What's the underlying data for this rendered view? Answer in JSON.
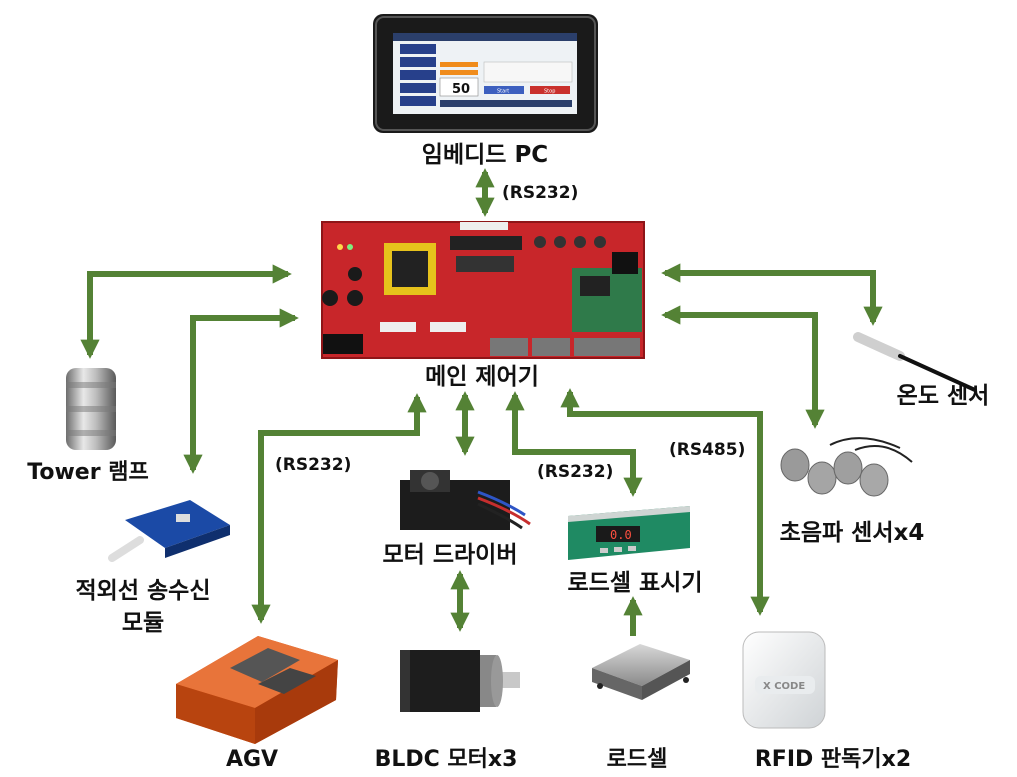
{
  "nodes": {
    "embedded_pc": "임베디드 PC",
    "main_controller": "메인 제어기",
    "tower_lamp": "Tower 램프",
    "ir_module_line1": "적외선 송수신",
    "ir_module_line2": "모듈",
    "agv": "AGV",
    "motor_driver": "모터 드라이버",
    "bldc_motor": "BLDC 모터x3",
    "loadcell_display": "로드셀 표시기",
    "loadcell": "로드셀",
    "rfid_reader": "RFID 판독기x2",
    "ultrasonic_sensor": "초음파 센서x4",
    "temperature_sensor": "온도 센서"
  },
  "protocols": {
    "pc_link": "(RS232)",
    "agv_link": "(RS232)",
    "loadcell_link": "(RS232)",
    "rfid_link": "(RS485)"
  },
  "screen_ui": {
    "display_value": "50",
    "start_button": "Start",
    "stop_button": "Stop"
  },
  "colors": {
    "arrow": "#548235",
    "board": "#c8262a",
    "agv": "#d9591b"
  }
}
